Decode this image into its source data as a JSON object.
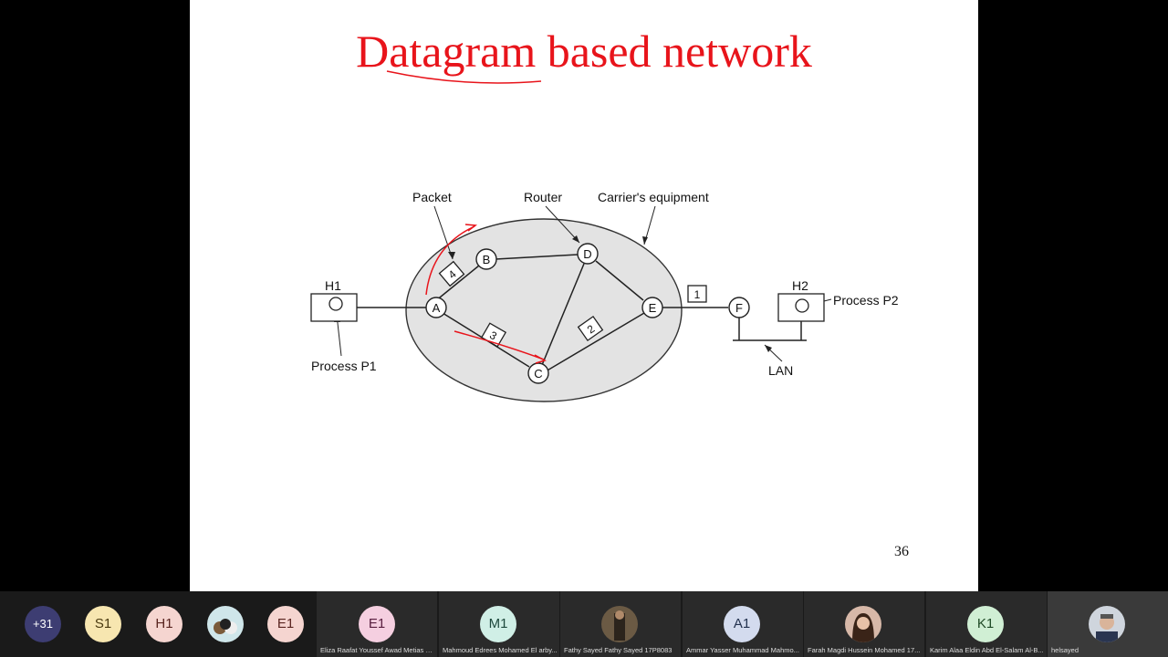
{
  "slide": {
    "title": "Datagram based network",
    "page_number": "36",
    "title_color": "#e8141b",
    "diagram": {
      "labels": {
        "packet": "Packet",
        "router": "Router",
        "carrier": "Carrier's equipment",
        "h1": "H1",
        "h2": "H2",
        "process_p1": "Process P1",
        "process_p2": "Process P2",
        "lan": "LAN"
      },
      "routers": [
        "A",
        "B",
        "C",
        "D",
        "E",
        "F"
      ],
      "packets": [
        "1",
        "2",
        "3",
        "4"
      ]
    }
  },
  "participants": {
    "overflow": "+31",
    "tiles": [
      {
        "initials": "S1",
        "name": "",
        "color": "#f7e6b0"
      },
      {
        "initials": "H1",
        "name": "",
        "color": "#f5d5d0"
      },
      {
        "initials": "",
        "name": "",
        "color": "#cfe6ea",
        "icon": "cartoon-bear-avatar"
      },
      {
        "initials": "E1",
        "name": "",
        "color": "#f5d5d0"
      },
      {
        "initials": "E1",
        "name": "Eliza Raafat Youssef Awad Metias 17...",
        "color": "#f5cfe0"
      },
      {
        "initials": "M1",
        "name": "Mahmoud Edrees Mohamed El arby...",
        "color": "#d0efe6"
      },
      {
        "initials": "",
        "name": "Fathy Sayed Fathy Sayed 17P8083",
        "color": "#6b5a44",
        "icon": "photo-avatar"
      },
      {
        "initials": "A1",
        "name": "Ammar Yasser Muhammad Mahmo...",
        "color": "#d3dbee"
      },
      {
        "initials": "",
        "name": "Farah Magdi Hussein Mohamed 17...",
        "color": "#d7b8a8",
        "icon": "photo-avatar"
      },
      {
        "initials": "K1",
        "name": "Karim Alaa Eldin Abd El-Salam Al-B...",
        "color": "#d0efd4"
      },
      {
        "initials": "",
        "name": "helsayed",
        "color": "#cfd5dd",
        "icon": "photo-avatar"
      }
    ],
    "overflow_color": "#3d3d72"
  }
}
